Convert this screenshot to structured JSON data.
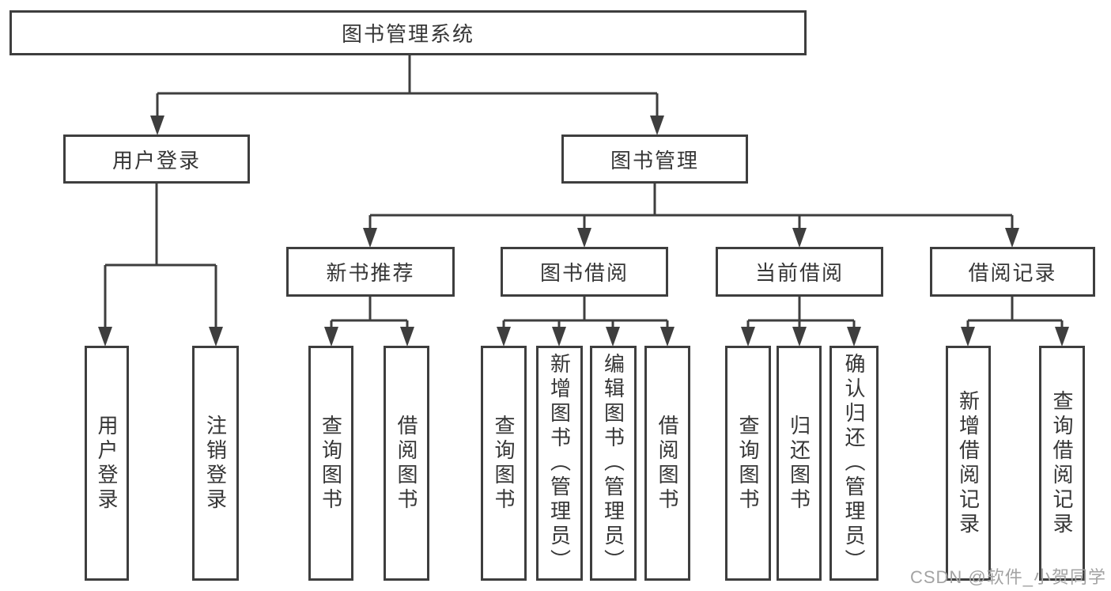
{
  "diagram": {
    "title": "图书管理系统",
    "root": {
      "label": "图书管理系统"
    },
    "level2": [
      {
        "label": "用户登录"
      },
      {
        "label": "图书管理"
      }
    ],
    "level3": [
      {
        "label": "新书推荐",
        "parent": "图书管理"
      },
      {
        "label": "图书借阅",
        "parent": "图书管理"
      },
      {
        "label": "当前借阅",
        "parent": "图书管理"
      },
      {
        "label": "借阅记录",
        "parent": "图书管理"
      }
    ],
    "leaves": [
      {
        "label": "用户登录",
        "parent": "用户登录"
      },
      {
        "label": "注销登录",
        "parent": "用户登录"
      },
      {
        "label": "查询图书",
        "parent": "新书推荐"
      },
      {
        "label": "借阅图书",
        "parent": "新书推荐"
      },
      {
        "label": "查询图书",
        "parent": "图书借阅"
      },
      {
        "label": "新增图书（管理员）",
        "parent": "图书借阅"
      },
      {
        "label": "编辑图书（管理员）",
        "parent": "图书借阅"
      },
      {
        "label": "借阅图书",
        "parent": "图书借阅"
      },
      {
        "label": "查询图书",
        "parent": "当前借阅"
      },
      {
        "label": "归还图书",
        "parent": "当前借阅"
      },
      {
        "label": "确认归还（管理员）",
        "parent": "当前借阅"
      },
      {
        "label": "新增借阅记录",
        "parent": "借阅记录"
      },
      {
        "label": "查询借阅记录",
        "parent": "借阅记录"
      }
    ],
    "colors": {
      "line": "#3e3e3e",
      "text": "#363636",
      "box_background": "#ffffff"
    }
  },
  "watermark": {
    "text": "CSDN @软件_小贺同学",
    "color": "#a3a3a3"
  }
}
